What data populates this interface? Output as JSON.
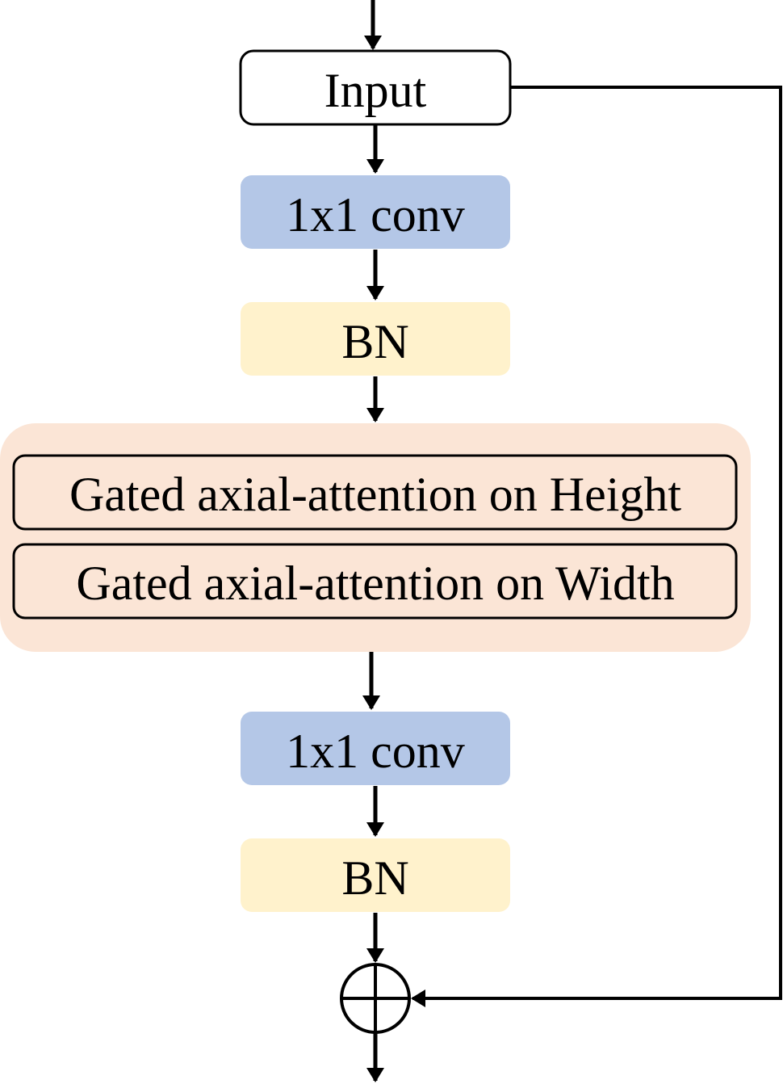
{
  "nodes": {
    "input": "Input",
    "conv1": "1x1 conv",
    "bn1": "BN",
    "attn_height": "Gated axial-attention on Height",
    "attn_width": "Gated axial-attention on Width",
    "conv2": "1x1 conv",
    "bn2": "BN"
  },
  "colors": {
    "conv": "#b4c7e7",
    "bn": "#fff2cc",
    "attention_group": "#fbe5d6",
    "input": "#ffffff",
    "stroke": "#000000"
  },
  "icons": {
    "sum": "circle-plus-icon"
  }
}
